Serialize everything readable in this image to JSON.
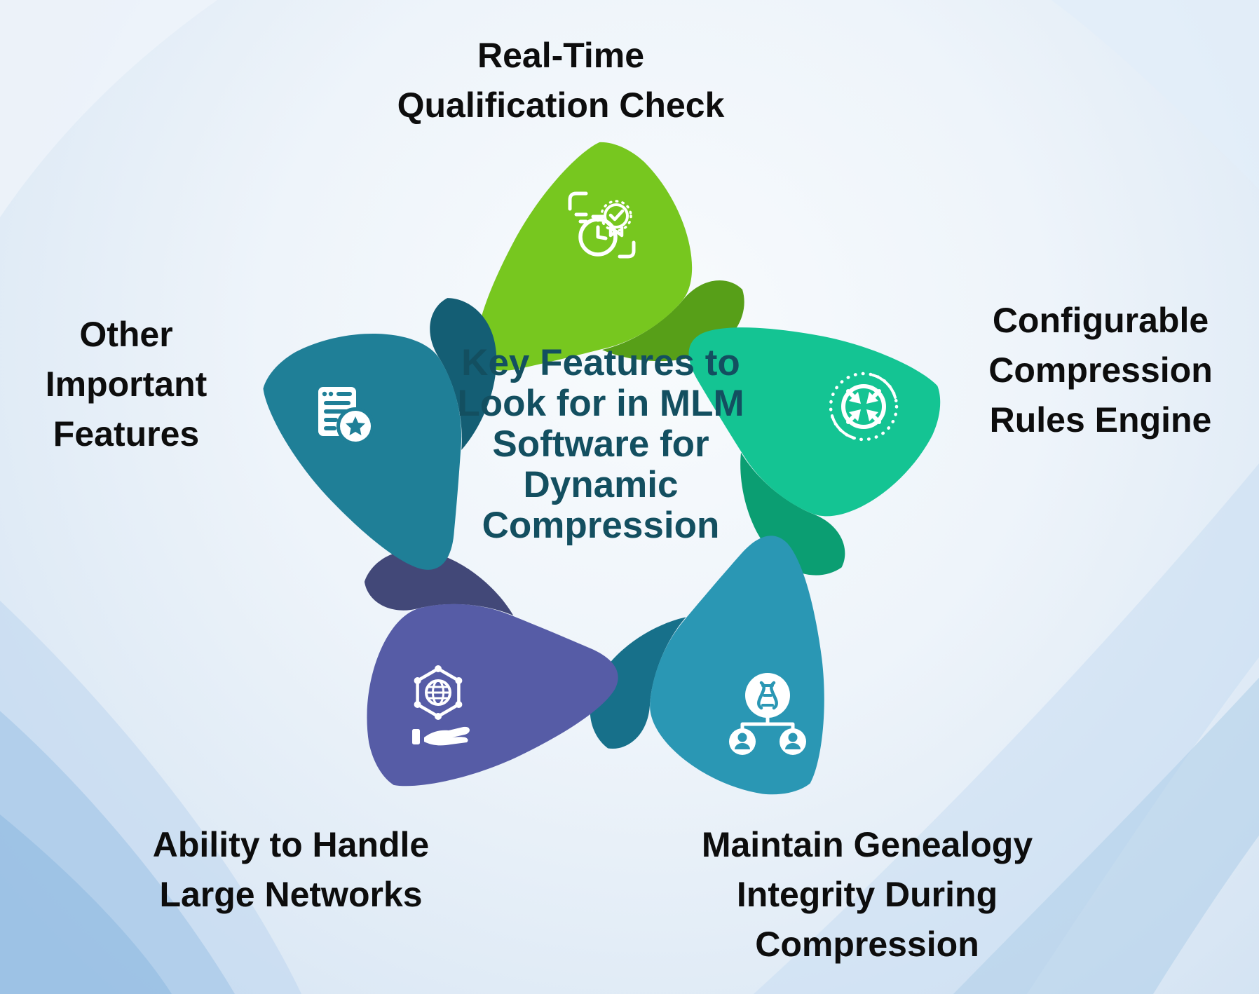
{
  "title": {
    "lines": [
      "Key Features to",
      "Look for in MLM",
      "Software for",
      "Dynamic",
      "Compression"
    ],
    "color": "#134f60"
  },
  "labels": {
    "top": {
      "lines": [
        "Real-Time",
        "Qualification Check"
      ]
    },
    "right": {
      "lines": [
        "Configurable",
        "Compression",
        "Rules Engine"
      ]
    },
    "bottom_right": {
      "lines": [
        "Maintain Genealogy",
        "Integrity During",
        "Compression"
      ]
    },
    "bottom_left": {
      "lines": [
        "Ability to Handle",
        "Large Networks"
      ]
    },
    "left": {
      "lines": [
        "Other",
        "Important",
        "Features"
      ]
    }
  },
  "petals": {
    "top": {
      "feature": "Real-Time Qualification Check",
      "color": "#77c71f",
      "fold_color": "#579f18",
      "icon": "stopwatch-badge-check-icon"
    },
    "right": {
      "feature": "Configurable Compression Rules Engine",
      "color": "#14c493",
      "fold_color": "#0b9e72",
      "icon": "compress-arrows-icon"
    },
    "bottom_right": {
      "feature": "Maintain Genealogy Integrity During Compression",
      "color": "#2a97b4",
      "fold_color": "#17708a",
      "icon": "genealogy-dna-tree-icon"
    },
    "bottom_left": {
      "feature": "Ability to Handle Large Networks",
      "color": "#565ca6",
      "fold_color": "#424878",
      "icon": "network-hand-icon"
    },
    "left": {
      "feature": "Other Important Features",
      "color": "#1f7f97",
      "fold_color": "#145e74",
      "icon": "document-star-icon"
    }
  },
  "text_color": "#0d0d0d",
  "icon_color": "#ffffff",
  "background": {
    "base": "#eef4fa",
    "accent_bands": [
      "#c6dcf2",
      "#aecdea",
      "#9cc2e4"
    ]
  }
}
